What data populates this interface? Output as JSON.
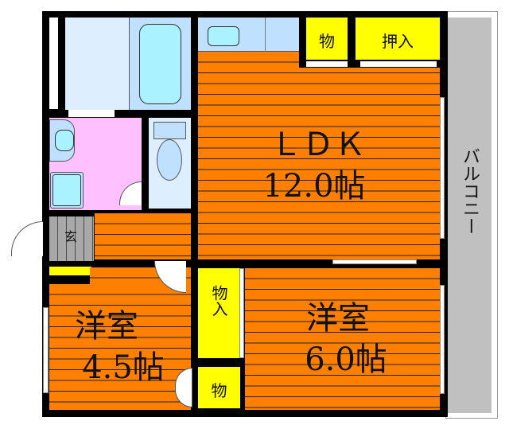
{
  "rooms": {
    "ldk": {
      "name": "ＬＤＫ",
      "size": "12.0帖"
    },
    "western_small": {
      "name": "洋室",
      "size": "4.5帖"
    },
    "western_large": {
      "name": "洋室",
      "size": "6.0帖"
    },
    "storage_top": "物",
    "closet_top": "押入",
    "storage_middle": "物入",
    "storage_bottom": "物",
    "entrance": "玄",
    "balcony": "バルコニー"
  },
  "colors": {
    "floor": "#ff8000",
    "storage": "#ffff00",
    "washroom": "#ffc0ff",
    "wet_area": "#bfe0ff",
    "balcony": "#c0c0c0"
  }
}
